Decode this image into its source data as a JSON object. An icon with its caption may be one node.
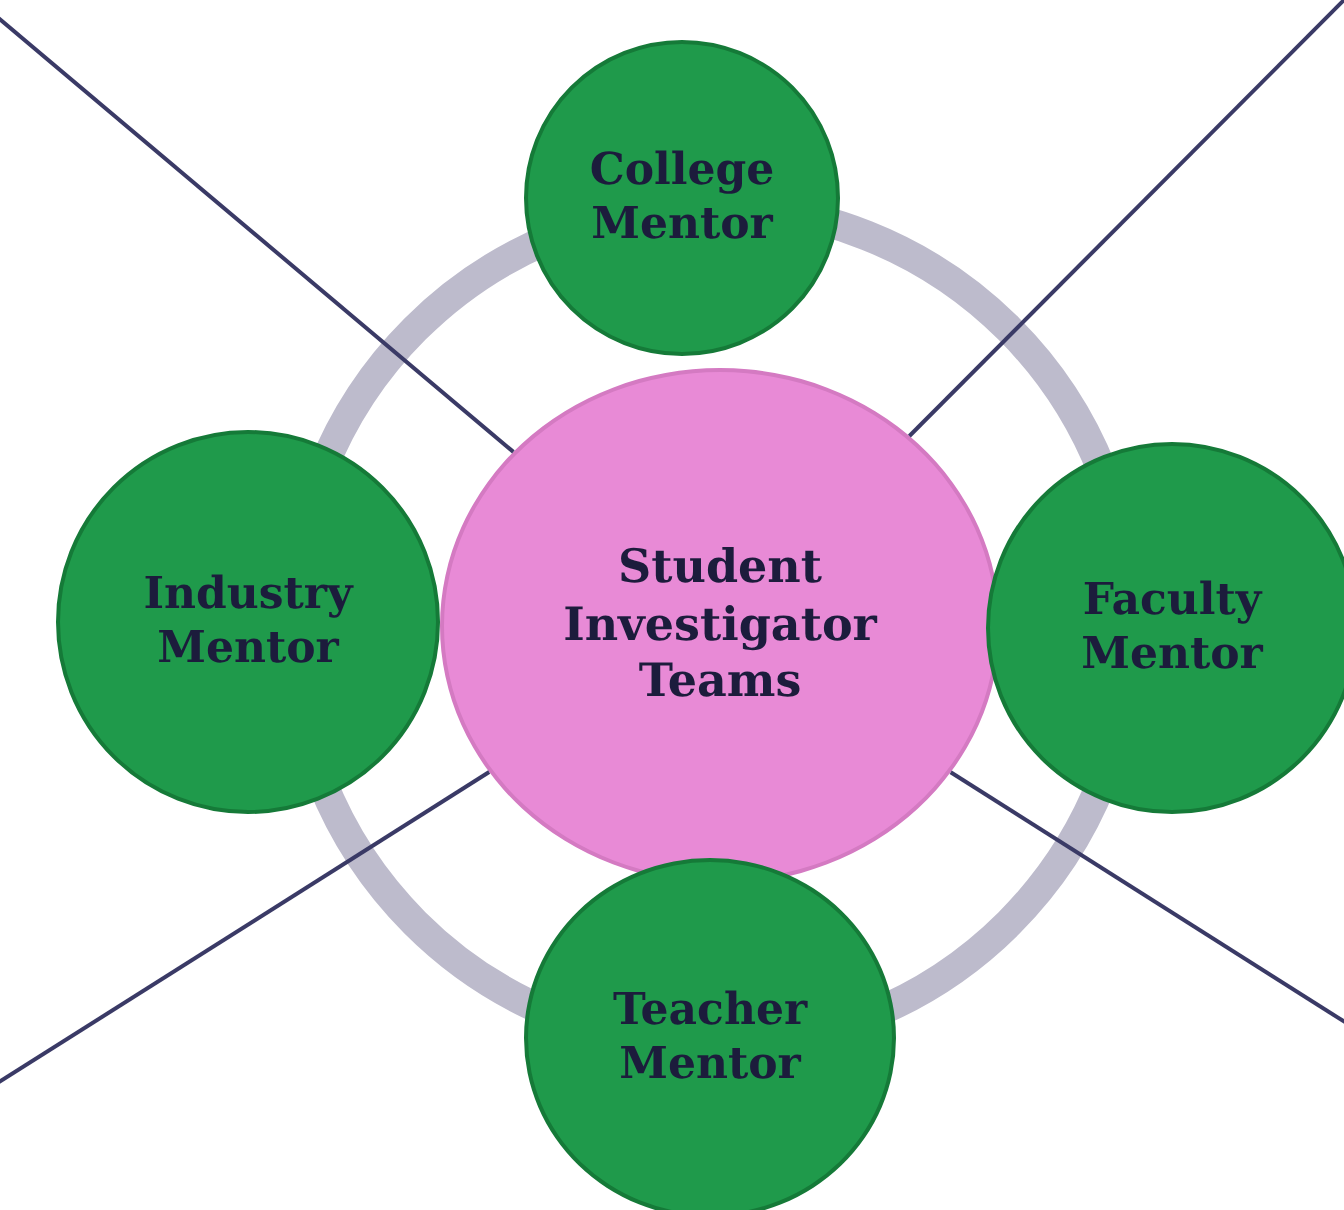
{
  "diagram": {
    "nodes": [
      {
        "text": [
          "College Mentor"
        ]
      },
      {
        "text": [
          "Industry Mentor"
        ]
      },
      {
        "text": [
          "Student Investigator Teams"
        ]
      },
      {
        "text": [
          "Faculty Mentor"
        ]
      },
      {
        "text": [
          "Teacher Mentor"
        ]
      }
    ],
    "edges": [
      {
        "from": 2,
        "to": null,
        "arrow": "none"
      },
      {
        "from": 2,
        "to": null,
        "arrow": "none"
      },
      {
        "from": 2,
        "to": null,
        "arrow": "none"
      },
      {
        "from": 2,
        "to": null,
        "arrow": "none"
      }
    ]
  }
}
